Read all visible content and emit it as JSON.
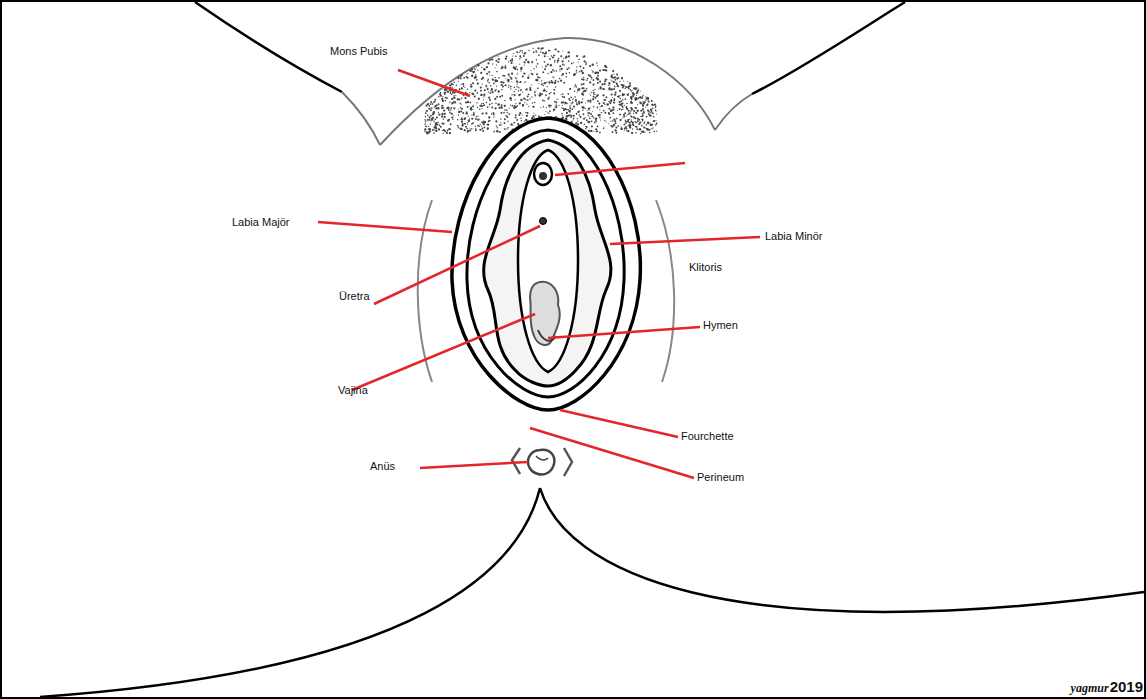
{
  "diagram": {
    "labels": [
      "Mons Pubis",
      "Labia Majör",
      "Labia Minör",
      "Klitoris",
      "Üretra",
      "Hymen",
      "Vajina",
      "Fourchette",
      "Anüs",
      "Perineum",
      "yagmur",
      "2019"
    ]
  }
}
